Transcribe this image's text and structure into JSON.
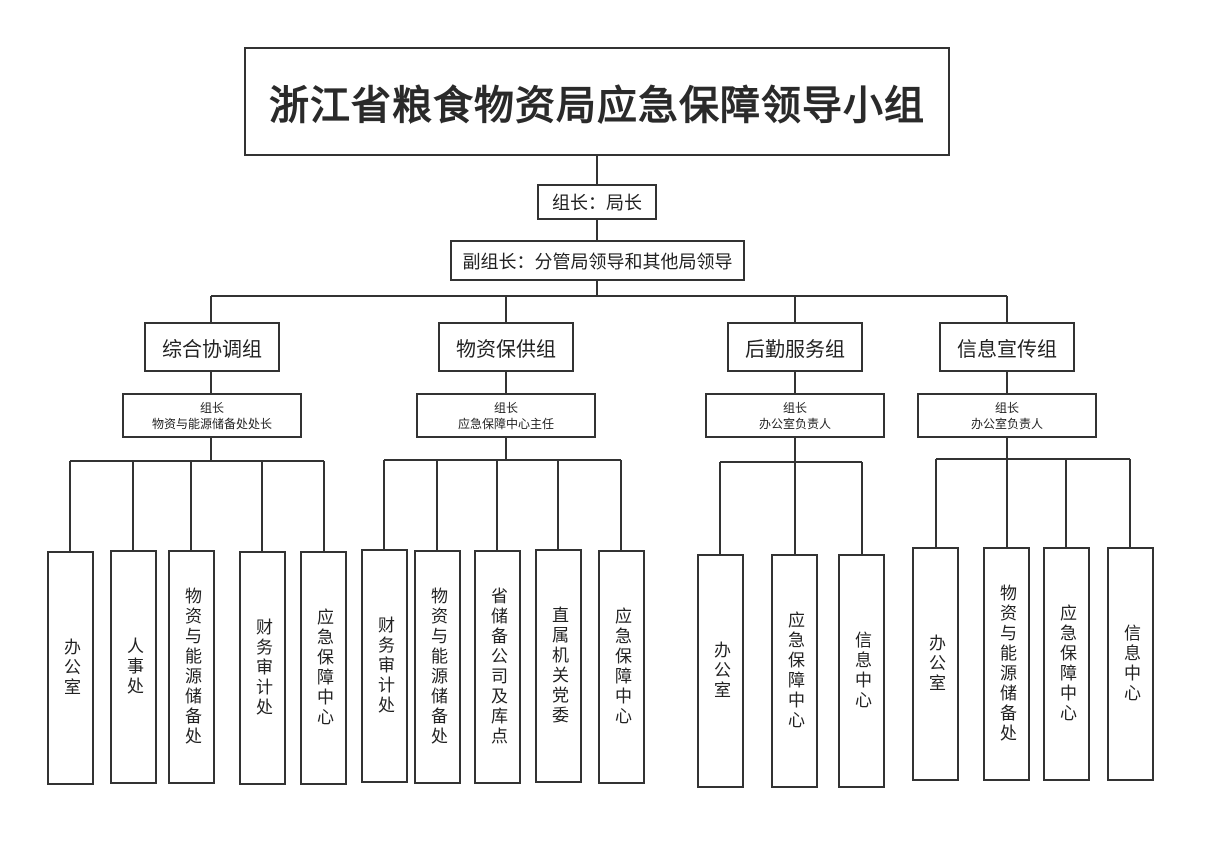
{
  "title": "浙江省粮食物资局应急保障领导小组",
  "leader": "组长：局长",
  "deputy": "副组长：分管局领导和其他局领导",
  "groups": [
    {
      "name": "综合协调组",
      "head_title": "组长",
      "head_name": "物资与能源储备处处长",
      "units": [
        "办公室",
        "人事处",
        "物资与能源储备处",
        "财务审计处",
        "应急保障中心"
      ]
    },
    {
      "name": "物资保供组",
      "head_title": "组长",
      "head_name": "应急保障中心主任",
      "units": [
        "财务审计处",
        "物资与能源储备处",
        "省储备公司及库点",
        "直属机关党委",
        "应急保障中心"
      ]
    },
    {
      "name": "后勤服务组",
      "head_title": "组长",
      "head_name": "办公室负责人",
      "units": [
        "办公室",
        "应急保障中心",
        "信息中心"
      ]
    },
    {
      "name": "信息宣传组",
      "head_title": "组长",
      "head_name": "办公室负责人",
      "units": [
        "办公室",
        "物资与能源储备处",
        "应急保障中心",
        "信息中心"
      ]
    }
  ]
}
